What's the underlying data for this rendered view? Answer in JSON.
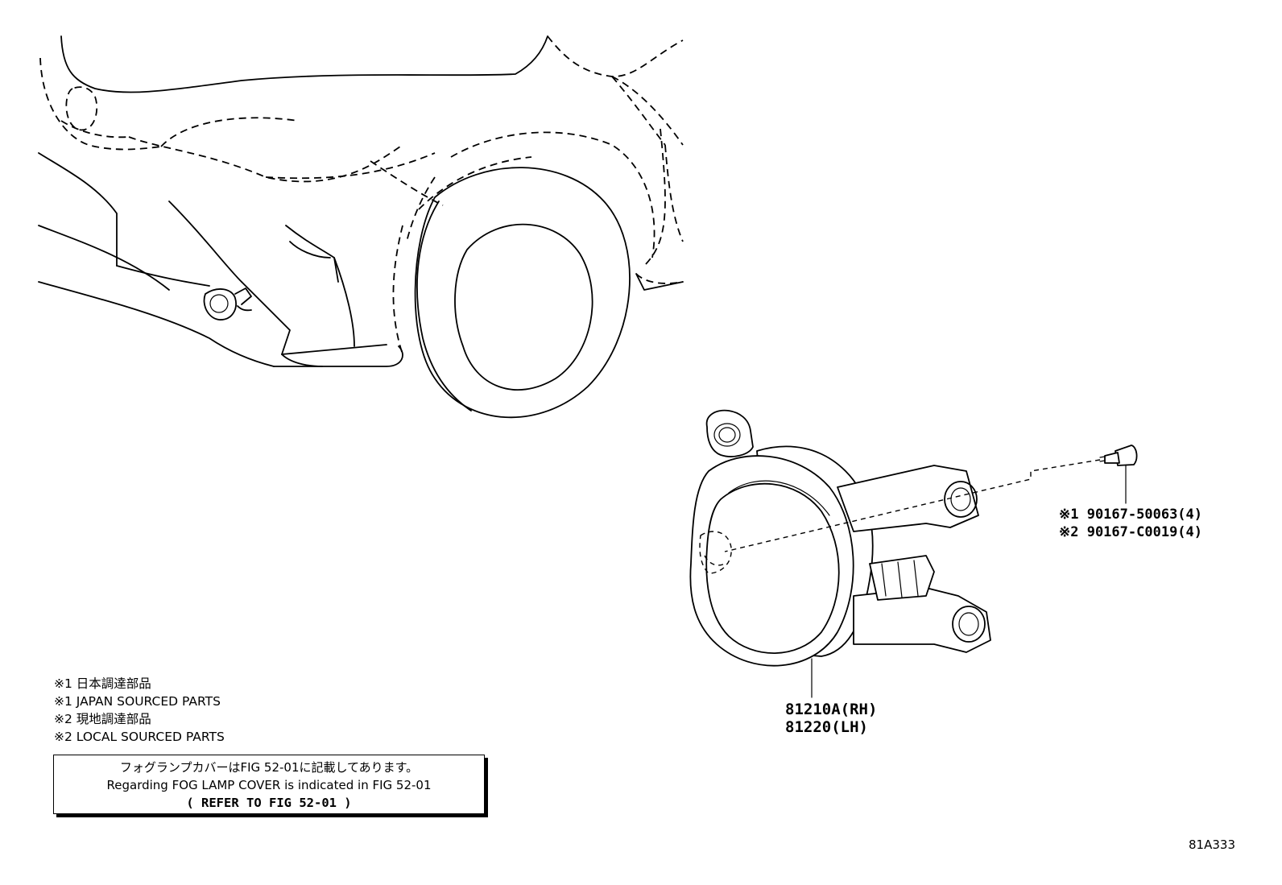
{
  "callouts": {
    "fastener_1": "※1 90167-50063(4)",
    "fastener_2": "※2 90167-C0019(4)",
    "lamp_rh": "81210A(RH)",
    "lamp_lh": "81220(LH)"
  },
  "legend": {
    "line1": "※1 日本調達部品",
    "line2": "※1 JAPAN SOURCED PARTS",
    "line3": "※2 現地調達部品",
    "line4": "※2 LOCAL SOURCED PARTS"
  },
  "note": {
    "japanese": "フォグランプカバーはFIG 52-01に記載してあります。",
    "english": "Regarding FOG LAMP COVER is indicated in FIG 52-01",
    "refer": "(   REFER TO FIG 52-01   )"
  },
  "figure_id": "81A333"
}
